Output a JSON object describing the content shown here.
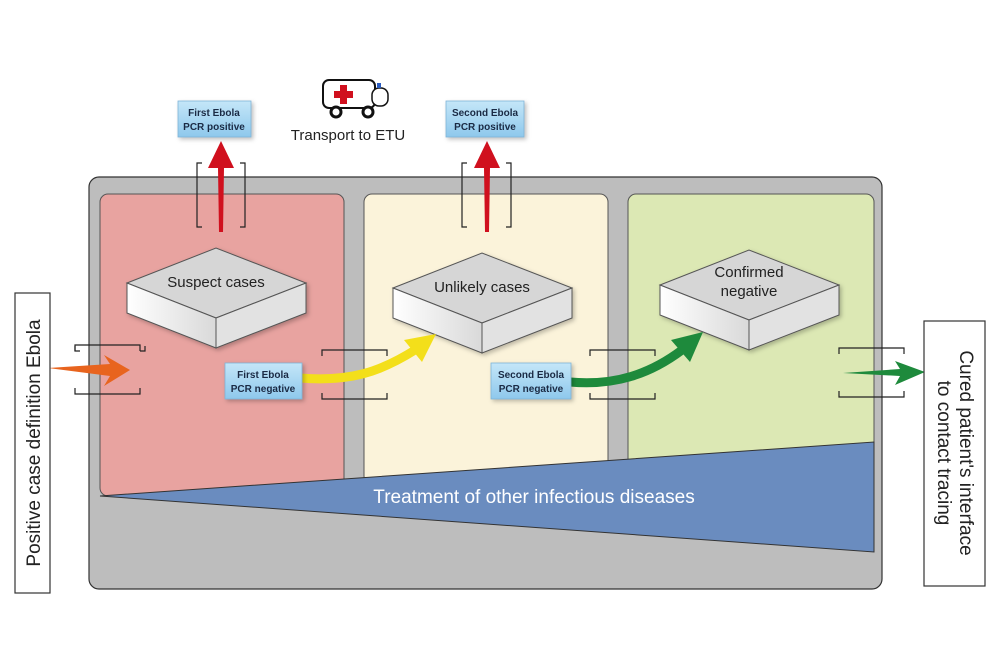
{
  "title_left": "Positive case definition Ebola",
  "title_right_line1": "Cured patient's interface",
  "title_right_line2": "to contact tracing",
  "transport_label": "Transport to ETU",
  "zones": [
    {
      "name": "Suspect cases",
      "color": "#e8a3a0"
    },
    {
      "name": "Unlikely cases",
      "color": "#fbf3da"
    },
    {
      "name": "Confirmed negative",
      "color": "#dce8b4"
    }
  ],
  "boxes": [
    {
      "line1": "Suspect cases",
      "line2": ""
    },
    {
      "line1": "Unlikely cases",
      "line2": ""
    },
    {
      "line1": "Confirmed",
      "line2": "negative"
    }
  ],
  "test_labels": {
    "first_positive": {
      "line1": "First Ebola",
      "line2": "PCR positive"
    },
    "second_positive": {
      "line1": "Second Ebola",
      "line2": "PCR positive"
    },
    "first_negative": {
      "line1": "First Ebola",
      "line2": "PCR negative"
    },
    "second_negative": {
      "line1": "Second Ebola",
      "line2": "PCR negative"
    }
  },
  "treatment_label": "Treatment of other infectious diseases",
  "colors": {
    "container": "#bdbdbd",
    "treatment": "#6a8cbf",
    "arrow_entry": "#e8641e",
    "arrow_positive": "#d0101e",
    "arrow_first_negative": "#f3df1a",
    "arrow_second_negative": "#1e8a3c",
    "label_box": "#a9d8f2"
  }
}
